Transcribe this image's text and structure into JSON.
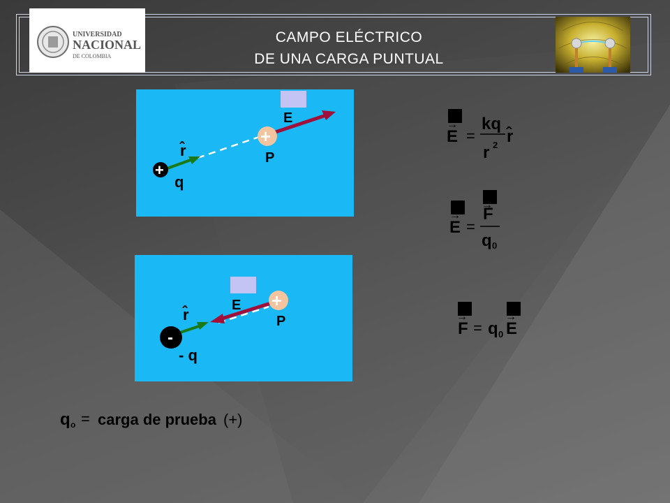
{
  "header": {
    "title_line1": "CAMPO ELÉCTRICO",
    "title_line2": "DE UNA CARGA PUNTUAL",
    "logo_line1": "UNIVERSIDAD",
    "logo_line2": "NACIONAL",
    "logo_line3": "DE COLOMBIA"
  },
  "panel_top": {
    "field_label": "E",
    "unit_vector_label": "r̂",
    "point_label": "P",
    "charge_sign": "+",
    "charge_label": "q",
    "test_charge_sign": "+"
  },
  "panel_bottom": {
    "field_label": "E",
    "unit_vector_label": "r̂",
    "point_label": "P",
    "charge_sign": "-",
    "charge_label": "- q",
    "test_charge_sign": "+"
  },
  "equations": {
    "eq1": {
      "lhs": "E",
      "equals": "=",
      "numerator": "kq",
      "denominator": "r",
      "exponent": "2",
      "unit": "r̂"
    },
    "eq2": {
      "lhs": "E",
      "equals": "=",
      "numerator": "F",
      "denominator": "q",
      "subscript": "0"
    },
    "eq3": {
      "lhs": "F",
      "equals": "=",
      "factor": "q",
      "subscript": "0",
      "rhs": "E"
    },
    "test_charge": {
      "symbol": "q",
      "subscript": "o",
      "equals": "=",
      "text": "carga de prueba",
      "sign": "(+)"
    }
  },
  "colors": {
    "panel": "#1ab8f4",
    "field_arrow": "#a0103a",
    "unit_arrow": "#1a7a1a",
    "test_charge": "#f2c4a0"
  }
}
